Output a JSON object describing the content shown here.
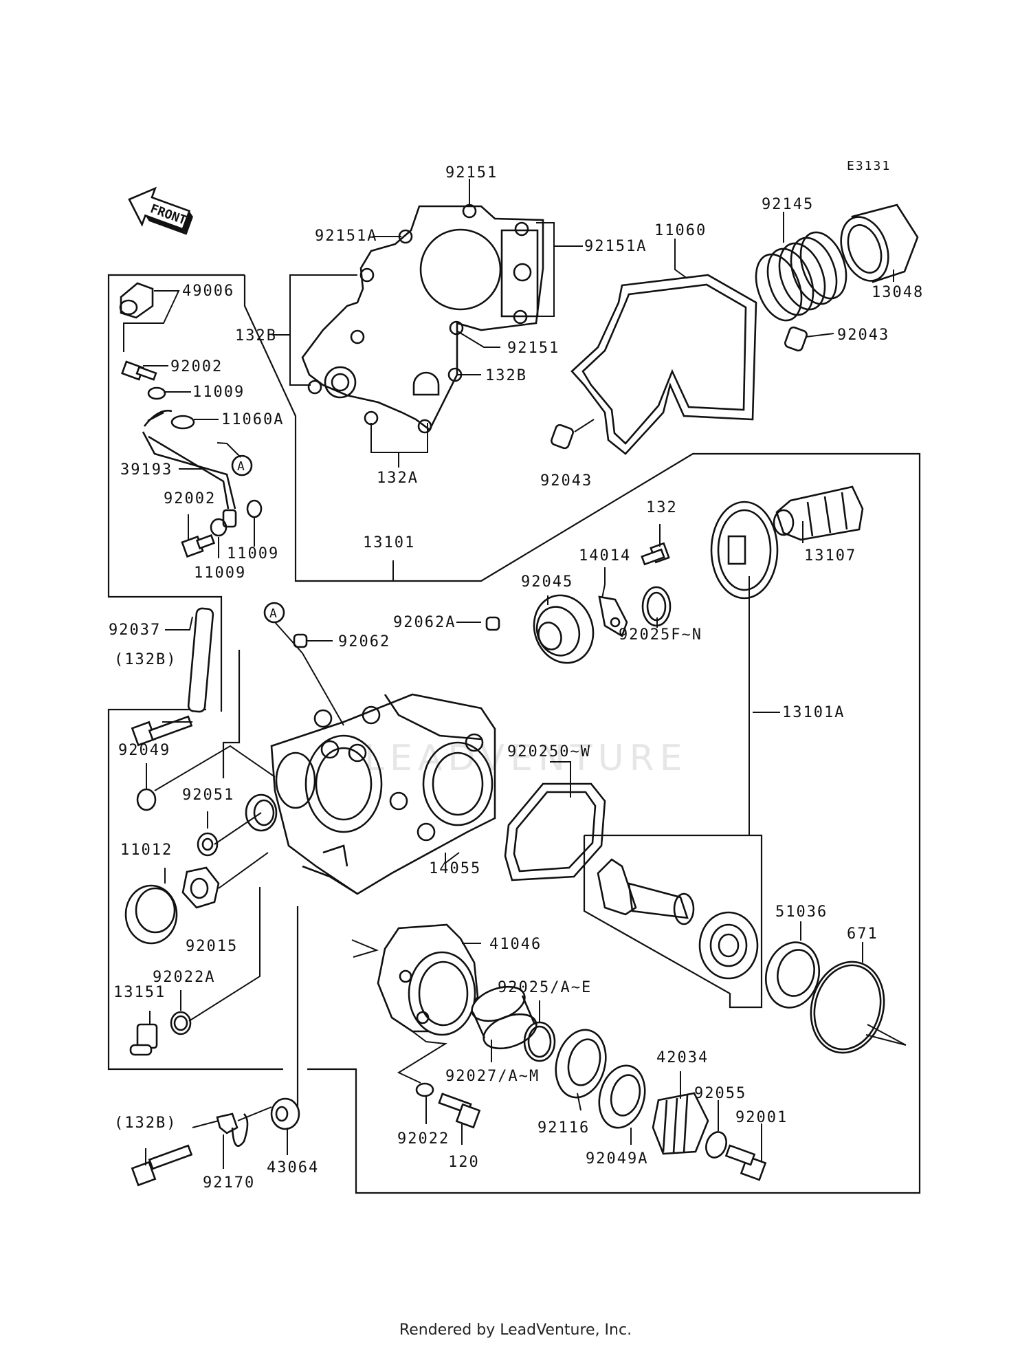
{
  "diagram_code": "E3131",
  "front_arrow_text": "FRONT",
  "watermark_text": "LEADVENTURE",
  "callout_a": "A",
  "footer": "Rendered by LeadVenture, Inc.",
  "labels": {
    "p92151_top": "92151",
    "p92151A_left": "92151A",
    "p92151A_right": "92151A",
    "p92151_mid": "92151",
    "p132B_left": "132B",
    "p132B_right": "132B",
    "p132A": "132A",
    "p11060": "11060",
    "p92145": "92145",
    "p13048": "13048",
    "p92043_right": "92043",
    "p92043_left": "92043",
    "p49006": "49006",
    "p92002_a": "92002",
    "p11009_a": "11009",
    "p11060A": "11060A",
    "p39193": "39193",
    "p92002_b": "92002",
    "p11009_b": "11009",
    "p11009_c": "11009",
    "p13101": "13101",
    "p132": "132",
    "p14014": "14014",
    "p13107": "13107",
    "p92045": "92045",
    "p92062A": "92062A",
    "p92062": "92062",
    "p92025F_N": "92025F~N",
    "p92037": "92037",
    "p132B_paren_a": "(132B)",
    "p13101A": "13101A",
    "p92049": "92049",
    "p92051": "92051",
    "p920250_W": "920250~W",
    "p11012": "11012",
    "p14055": "14055",
    "p92015": "92015",
    "p51036": "51036",
    "p671": "671",
    "p41046": "41046",
    "p92022A": "92022A",
    "p13151": "13151",
    "p92025_A_E": "92025/A~E",
    "p92027_A_M": "92027/A~M",
    "p42034": "42034",
    "p92055": "92055",
    "p92001": "92001",
    "p132B_paren_b": "(132B)",
    "p92022": "92022",
    "p120": "120",
    "p92116": "92116",
    "p92049A": "92049A",
    "p92170": "92170",
    "p43064": "43064"
  }
}
